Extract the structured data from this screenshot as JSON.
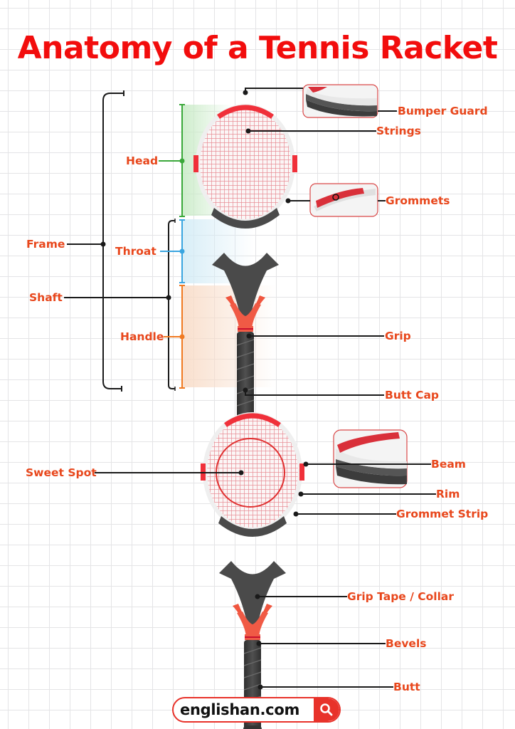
{
  "title": "Anatomy of a Tennis Racket",
  "colors": {
    "title": "#f20d0d",
    "label": "#e8471c",
    "head_bracket": "#3aa83a",
    "throat_bracket": "#3aa5e0",
    "handle_bracket": "#f07a22",
    "frame_red": "#f0303a",
    "throat_dark": "#4a4a4a",
    "grip_dark": "#3d3d3d"
  },
  "top_racket": {
    "section_labels": {
      "frame": "Frame",
      "shaft": "Shaft",
      "head": "Head",
      "throat": "Throat",
      "handle": "Handle"
    },
    "part_labels": {
      "bumper_guard": "Bumper Guard",
      "strings": "Strings",
      "grommets": "Grommets",
      "grip": "Grip",
      "butt_cap": "Butt Cap"
    }
  },
  "bottom_racket": {
    "part_labels": {
      "sweet_spot": "Sweet Spot",
      "beam": "Beam",
      "rim": "Rim",
      "grommet_strip": "Grommet Strip",
      "grip_tape_collar": "Grip Tape / Collar",
      "bevels": "Bevels",
      "butt": "Butt"
    }
  },
  "footer": {
    "site": "englishan.com",
    "search_icon": "search-icon"
  }
}
